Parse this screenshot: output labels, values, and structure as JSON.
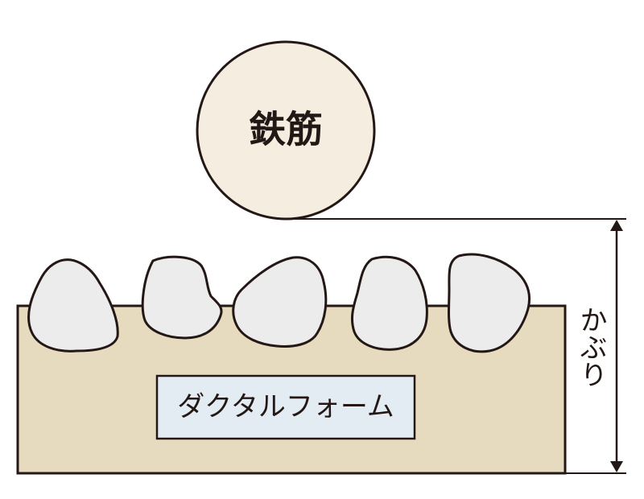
{
  "labels": {
    "rebar": "鉄筋",
    "ductal_form": "ダクタルフォーム",
    "cover": "かぶり"
  },
  "colors": {
    "stroke": "#231815",
    "rebar_fill": "#f5eee0",
    "base_fill": "#e7dbbf",
    "aggregate_fill": "#ececec",
    "label_box_fill": "#e3ebf3"
  }
}
